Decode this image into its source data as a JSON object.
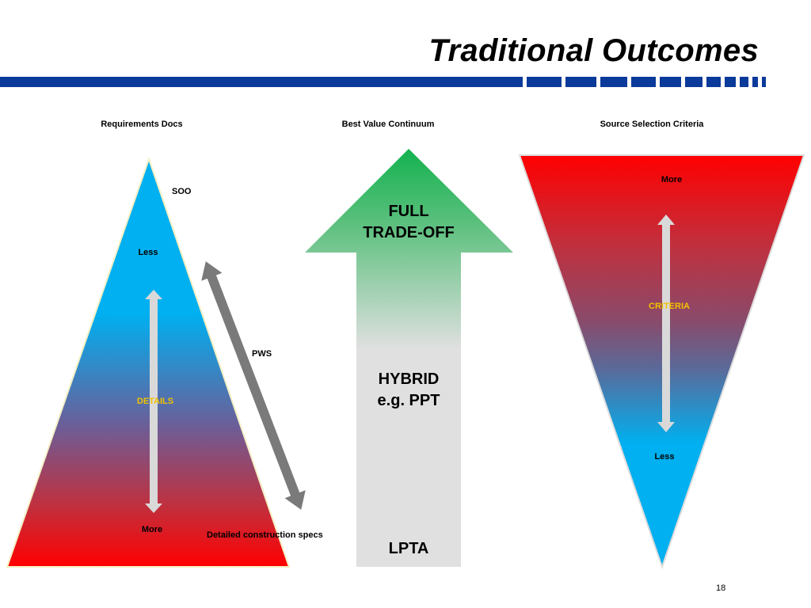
{
  "slide": {
    "title": "Traditional Outcomes",
    "page_number": "18"
  },
  "columns": {
    "left_heading": "Requirements Docs",
    "center_heading": "Best Value Continuum",
    "right_heading": "Source Selection Criteria"
  },
  "left_pyramid": {
    "top_label": "SOO",
    "less_label": "Less",
    "axis_label": "DETAILS",
    "more_label": "More",
    "diag_label": "PWS",
    "bottom_label": "Detailed construction specs"
  },
  "center_arrow": {
    "top_line1": "FULL",
    "top_line2": "TRADE-OFF",
    "mid_line1": "HYBRID",
    "mid_line2": "e.g. PPT",
    "bottom": "LPTA"
  },
  "right_funnel": {
    "more_label": "More",
    "axis_label": "CRITERIA",
    "less_label": "Less"
  },
  "colors": {
    "header_bar": "#0a3a9a",
    "pyramid_top": "#00b0f0",
    "pyramid_bottom": "#ff0000",
    "arrow_top": "#13b24f",
    "arrow_bottom": "#e0e0e0",
    "label_gold": "#f2c200"
  }
}
